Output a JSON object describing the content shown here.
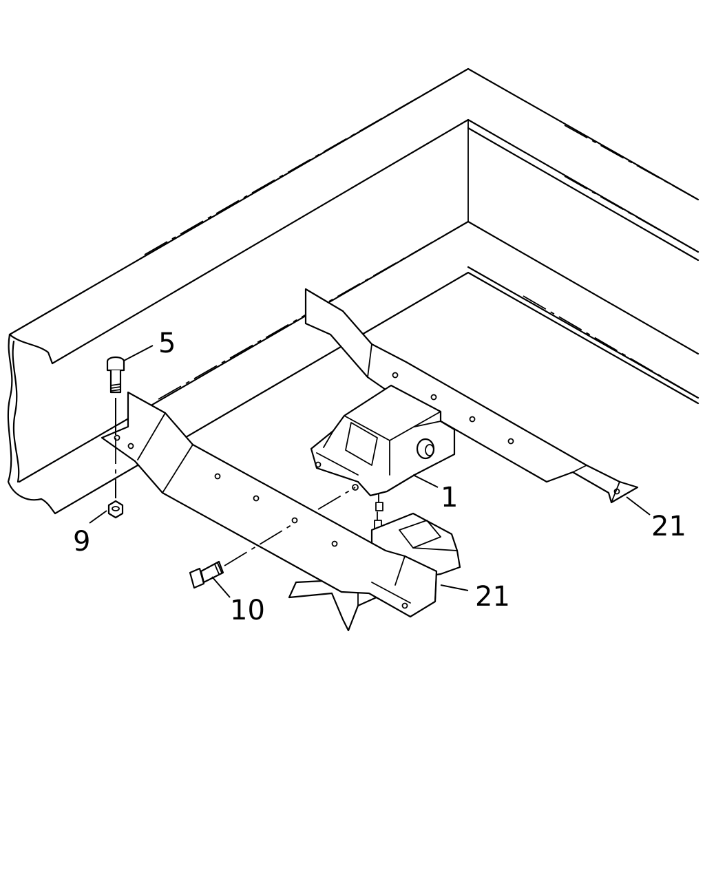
{
  "callouts": {
    "part_5": "5",
    "part_9": "9",
    "part_10": "10",
    "part_1": "1",
    "part_21_right": "21",
    "part_21_lower": "21"
  }
}
